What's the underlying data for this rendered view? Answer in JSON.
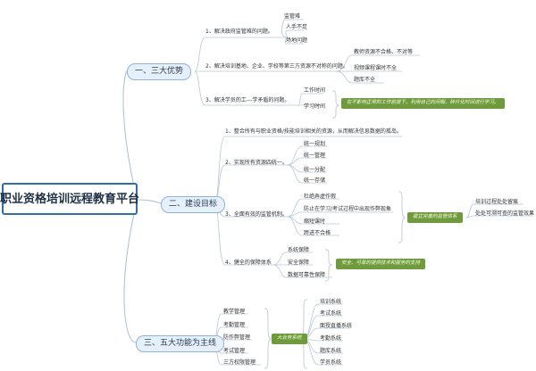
{
  "root": "职业资格培训远程教育平台",
  "branch1": {
    "title": "一、三大优势",
    "item1": "1、解决政府监管难的问题。",
    "item1_leaves": [
      "监管难",
      "人手不足",
      "场地问题"
    ],
    "item2": "2、解决培训基地、企业、学校等第三方资源不对称的问题。",
    "item2_leaves": [
      "教师资源不合格、不对等",
      "视频课程课时不全",
      "题库不全"
    ],
    "item3": "3、解决学员的工---学矛盾的问题。",
    "item3_leaves": [
      "工作时间",
      "学习时间"
    ],
    "note": "在不影响正常的工作前提下，利用自己的闲暇、碎片化时间进行学习。"
  },
  "branch2": {
    "title": "二、建设目标",
    "item1": "1、整合所有与职业资格/技能培训相关的资源，从而解决信息数据的孤岛。",
    "item2": "2、实现所有资源四统一。",
    "item2_leaves": [
      "统一规划",
      "统一管理",
      "统一分配",
      "统一存储"
    ],
    "item3": "3、全面有效的监管机制。",
    "item3_leaves": [
      "杜绝弄虚作假",
      "防止在学习/考试过程中出现作弊现象",
      "缩短课时",
      "跨进不合格"
    ],
    "item3_note": "建立完善的监管体系",
    "item3_results": [
      "培训过程处处留痕",
      "处处可溯可查的监管效果"
    ],
    "item4": "4、健全的保障体系",
    "item4_leaves": [
      "系统保障",
      "安全保障",
      "数据可靠性保障"
    ],
    "item4_note": "安全、可靠的提供技术和服务的支持"
  },
  "branch3": {
    "title": "三、五大功能为主线",
    "left_items": [
      "教学管理",
      "考勤管理",
      "防作弊管理",
      "考试管理",
      "三方权限管理"
    ],
    "center_note": "大业务系统",
    "right_items": [
      "培训系统",
      "考试系统",
      "面授直播系统",
      "考勤系统",
      "题库系统",
      "学员系统"
    ]
  }
}
